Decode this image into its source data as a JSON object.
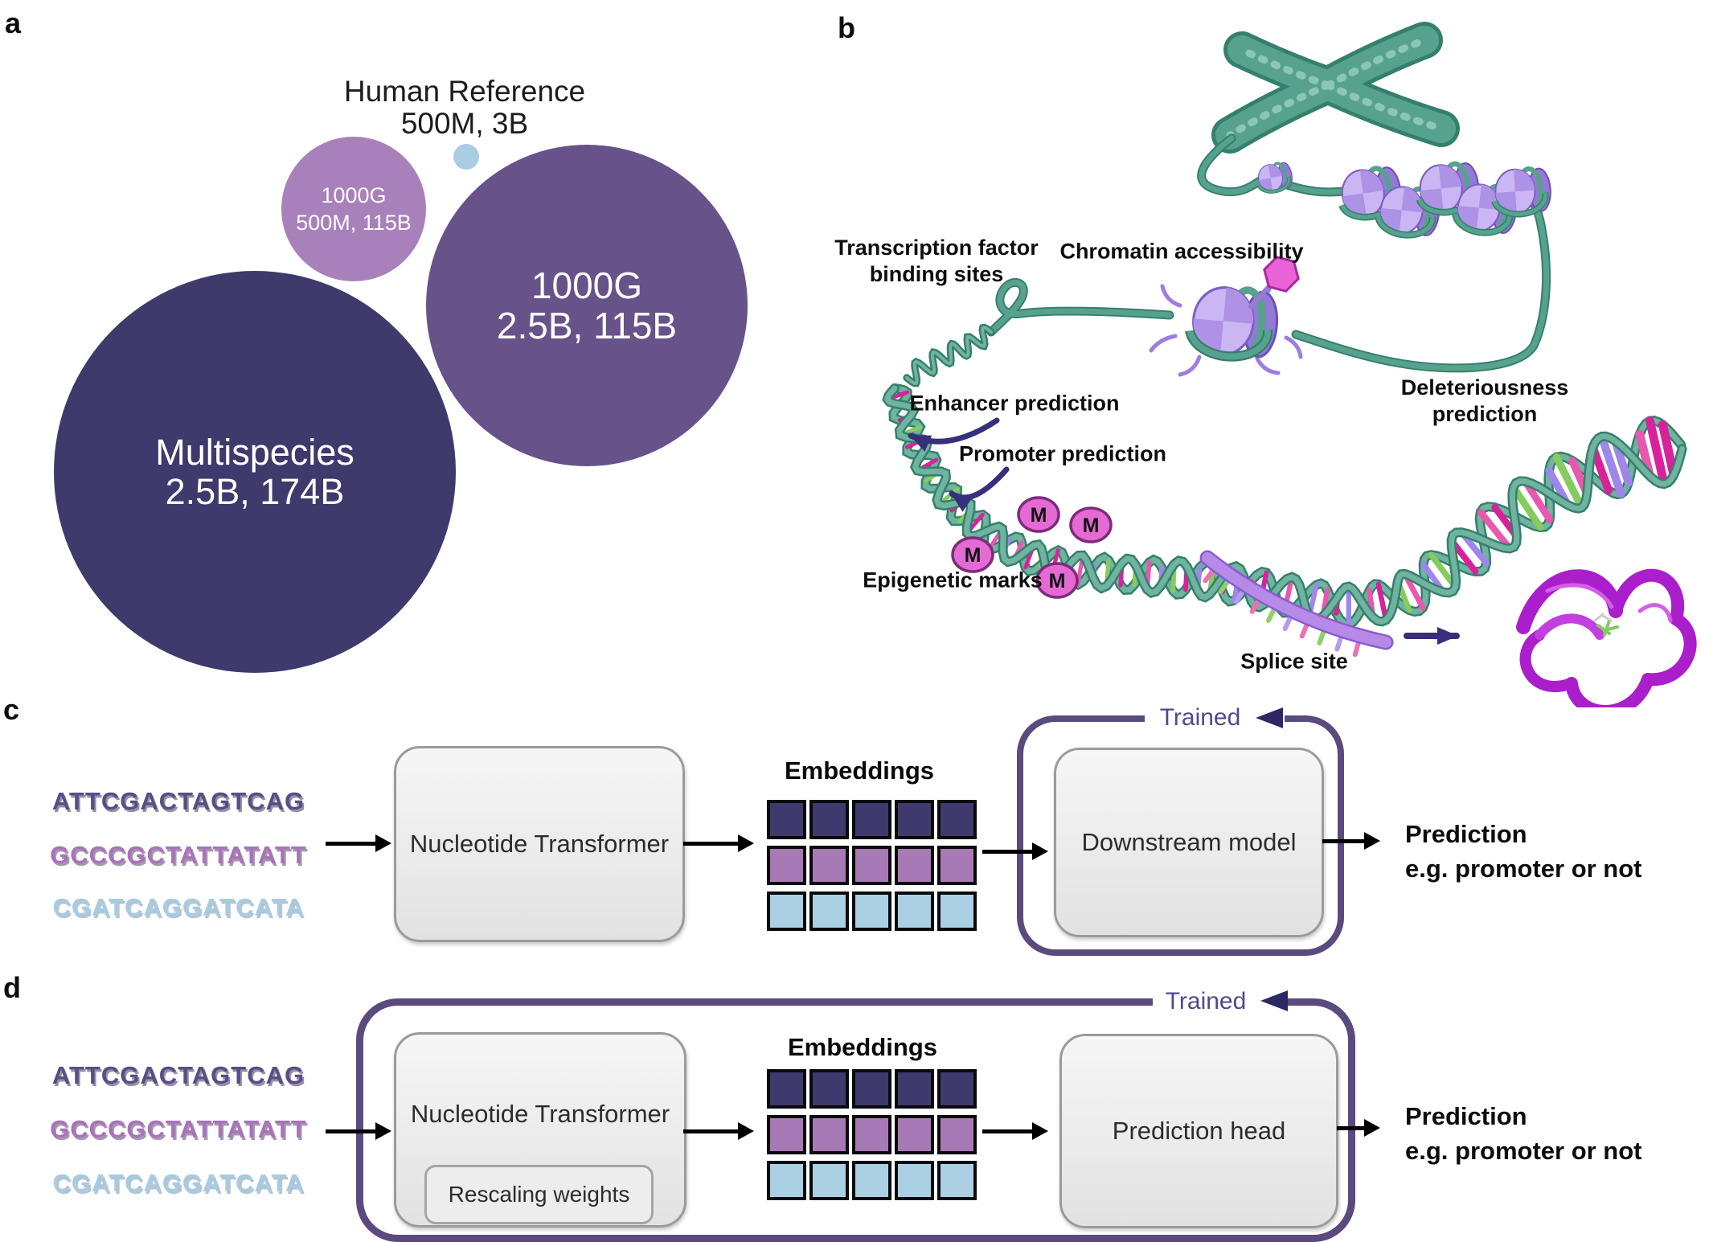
{
  "colors": {
    "bubble_human_reference": "#a9cde3",
    "bubble_1000g_small": "#a981ba",
    "bubble_1000g_large": "#675289",
    "bubble_multispecies": "#3e3a6c",
    "sequence_1": "#5a4d85",
    "sequence_2": "#a873b8",
    "sequence_3": "#aacbdf",
    "embedding_row_1": "#3f3a6d",
    "embedding_row_2": "#a77ab6",
    "embedding_row_3": "#abd0e4",
    "trained_loop": "#5b4a7e",
    "trained_text": "#4f4a8c",
    "dna_strand_teal": "#57a28e",
    "nucleosome_purple": "#c7b3f0",
    "illustration_magenta": "#ea64d8",
    "protein_magenta": "#ab1ecb"
  },
  "panel_a": {
    "label": "a",
    "bubbles": [
      {
        "name": "human-reference",
        "line1": "Human Reference",
        "line2": "500M, 3B"
      },
      {
        "name": "1000g-small",
        "line1": "1000G",
        "line2": "500M, 115B"
      },
      {
        "name": "1000g-large",
        "line1": "1000G",
        "line2": "2.5B, 115B"
      },
      {
        "name": "multispecies",
        "line1": "Multispecies",
        "line2": "2.5B, 174B"
      }
    ]
  },
  "panel_b": {
    "label": "b",
    "annotations": {
      "transcription_line1": "Transcription factor",
      "transcription_line2": "binding sites",
      "chromatin": "Chromatin accessibility",
      "enhancer": "Enhancer prediction",
      "promoter": "Promoter prediction",
      "deleteriousness_line1": "Deleteriousness",
      "deleteriousness_line2": "prediction",
      "epigenetic": "Epigenetic marks",
      "splice": "Splice site",
      "methyl_symbol": "M"
    }
  },
  "sequences": [
    {
      "text": "ATTCGACTAGTCAG"
    },
    {
      "text": "GCCCGCTATTATATT"
    },
    {
      "text": "CGATCAGGATCATA"
    }
  ],
  "panel_c": {
    "label": "c",
    "transformer_box": "Nucleotide Transformer",
    "embeddings_label": "Embeddings",
    "trained_label": "Trained",
    "model_box": "Downstream model",
    "prediction_line1": "Prediction",
    "prediction_line2": "e.g. promoter or not"
  },
  "panel_d": {
    "label": "d",
    "transformer_box": "Nucleotide Transformer",
    "rescaling_box": "Rescaling weights",
    "embeddings_label": "Embeddings",
    "trained_label": "Trained",
    "model_box": "Prediction head",
    "prediction_line1": "Prediction",
    "prediction_line2": "e.g. promoter or not"
  }
}
